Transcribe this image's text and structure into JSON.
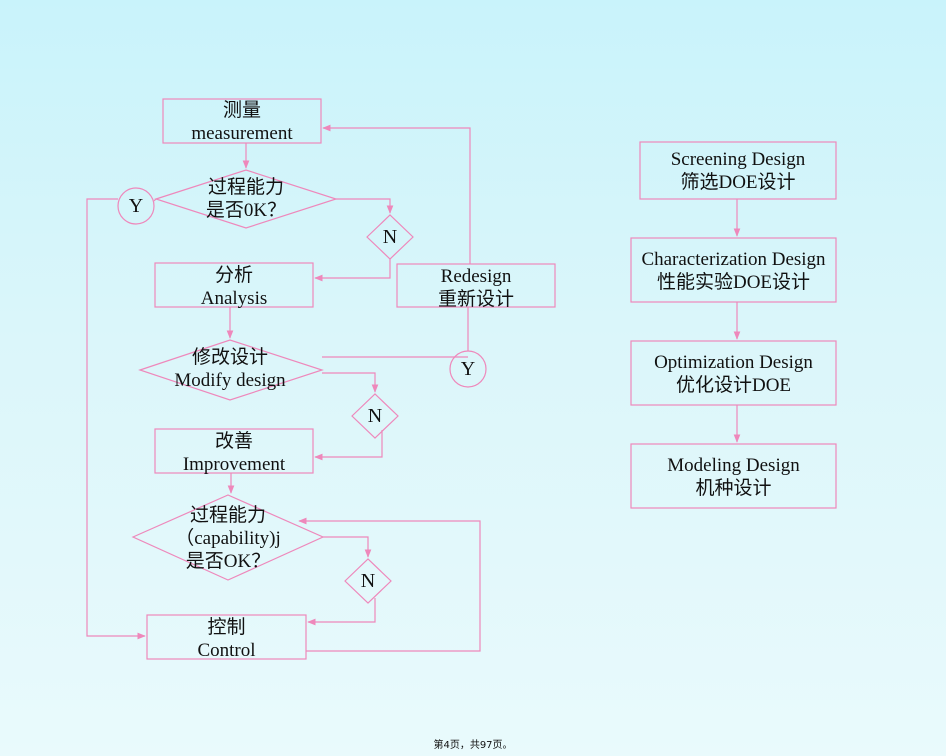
{
  "flowchart": {
    "measure": {
      "cn": "测量",
      "en": "measurement"
    },
    "capable1": {
      "line1": "过程能力",
      "line2": "是否0K？"
    },
    "analysis": {
      "cn": "分析",
      "en": "Analysis"
    },
    "redesign": {
      "en": "Redesign",
      "cn": "重新设计"
    },
    "modify": {
      "cn": "修改设计",
      "en": "Modify design"
    },
    "improve": {
      "cn": "改善",
      "en": "Improvement"
    },
    "capable2": {
      "line1": "过程能力",
      "line2": "（capability)j",
      "line3": "是否OK？"
    },
    "control": {
      "cn": "控制",
      "en": "Control"
    },
    "yes_label": "Y",
    "no_label": "N"
  },
  "doe_sequence": [
    {
      "en": "Screening Design",
      "cn": "筛选DOE设计"
    },
    {
      "en": "Characterization Design",
      "cn": "性能实验DOE设计"
    },
    {
      "en": "Optimization Design",
      "cn": "优化设计DOE"
    },
    {
      "en": "Modeling Design",
      "cn": "机种设计"
    }
  ],
  "footer": "第4页，共97页。",
  "colors": {
    "stroke": "#ee88bb",
    "background": "#d4f4fa"
  }
}
